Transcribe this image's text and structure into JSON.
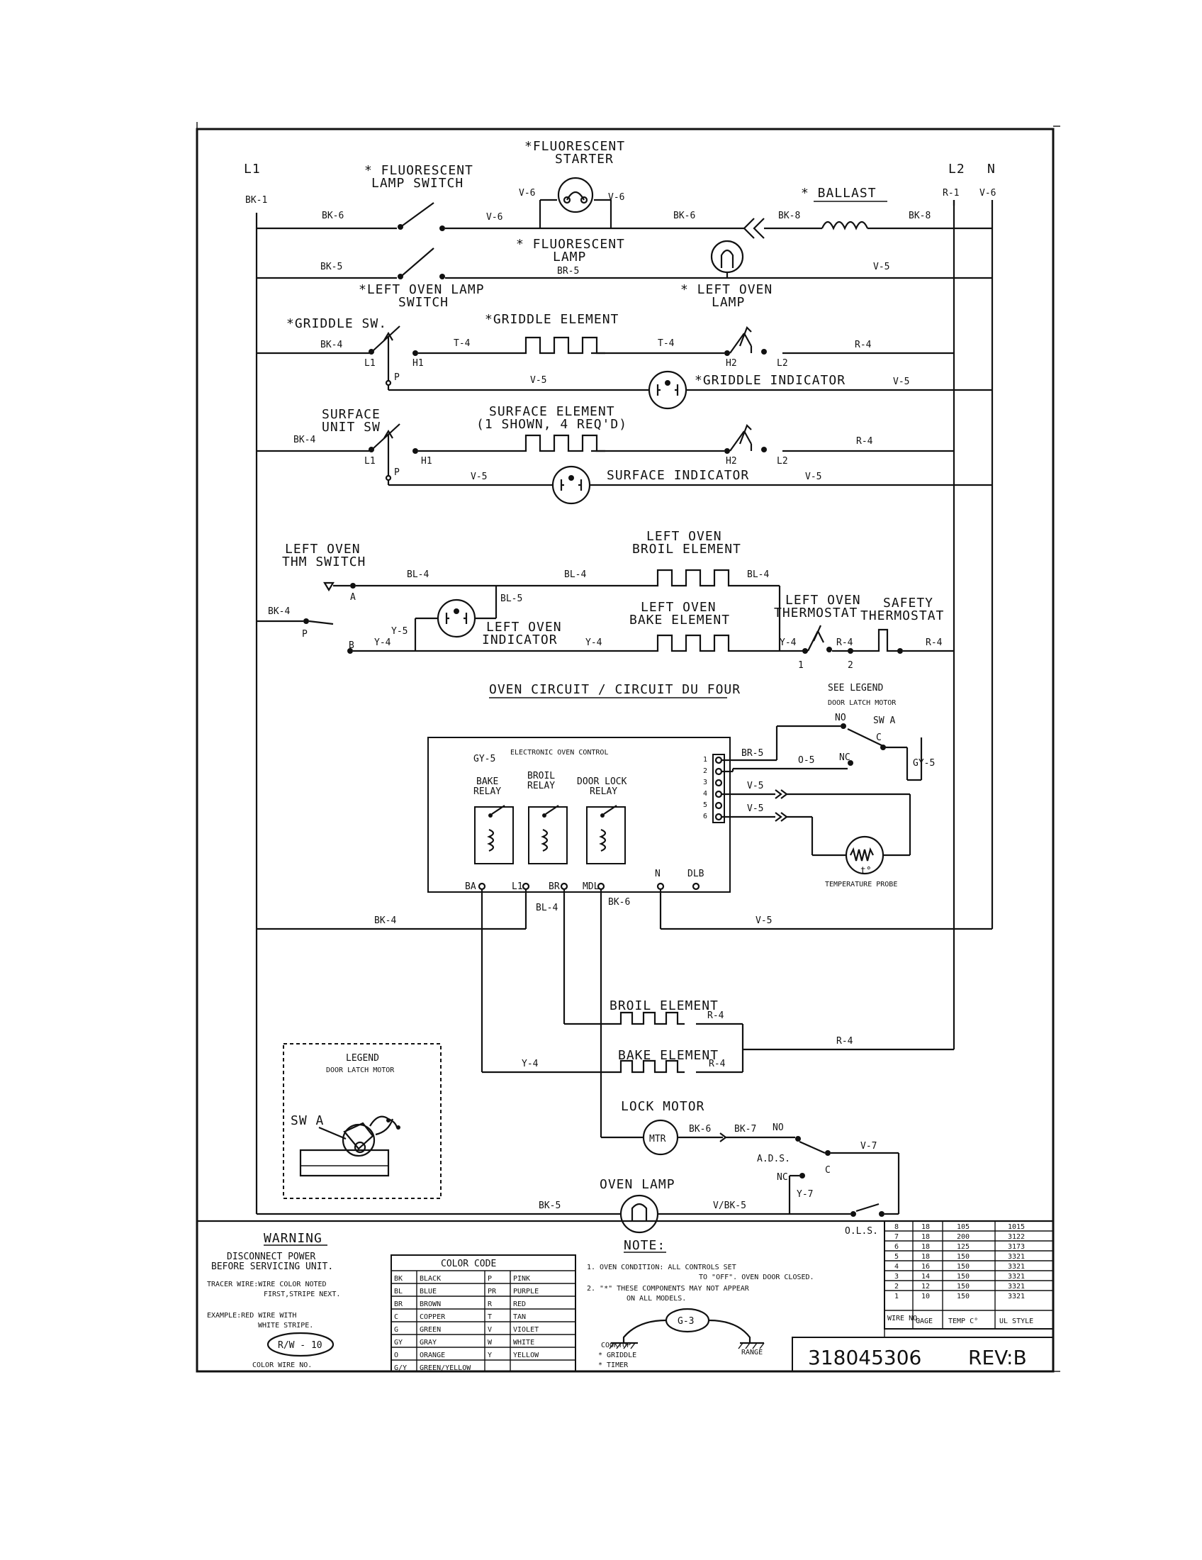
{
  "rails": {
    "l1": "L1",
    "l2": "L2",
    "n": "N",
    "bk1": "BK-1",
    "r1": "R-1",
    "v6": "V-6"
  },
  "wires": {
    "bk6": "BK-6",
    "v6": "V-6",
    "bk8": "BK-8",
    "bk5": "BK-5",
    "br5": "BR-5",
    "v5": "V-5",
    "bk4": "BK-4",
    "t4": "T-4",
    "r4": "R-4",
    "bl4": "BL-4",
    "bl5": "BL-5",
    "y5": "Y-5",
    "y4": "Y-4",
    "gy5": "GY-5",
    "o5": "O-5",
    "y7": "Y-7",
    "v7": "V-7",
    "bk7": "BK-7",
    "vbk5": "V/BK-5"
  },
  "terminals": {
    "l1": "L1",
    "l2": "L2",
    "h1": "H1",
    "h2": "H2",
    "p": "P",
    "a": "A",
    "b": "B",
    "t1": "1",
    "t2": "2",
    "c": "C",
    "no": "NO",
    "nc": "NC"
  },
  "components": {
    "fl_starter": [
      "*FLUORESCENT",
      "STARTER"
    ],
    "fl_lamp_switch": [
      "* FLUORESCENT",
      "LAMP SWITCH"
    ],
    "ballast": "* BALLAST",
    "fl_lamp": [
      "* FLUORESCENT",
      "LAMP"
    ],
    "left_oven_lamp_switch": [
      "*LEFT OVEN LAMP",
      "SWITCH"
    ],
    "left_oven_lamp": [
      "* LEFT OVEN",
      "LAMP"
    ],
    "griddle_sw": "*GRIDDLE SW.",
    "griddle_element": "*GRIDDLE ELEMENT",
    "griddle_indicator": "*GRIDDLE INDICATOR",
    "surface_unit_sw": [
      "SURFACE",
      "UNIT SW"
    ],
    "surface_element": [
      "SURFACE ELEMENT",
      "(1 SHOWN, 4 REQ'D)"
    ],
    "surface_indicator": "SURFACE INDICATOR",
    "left_oven_thm_switch": [
      "LEFT OVEN",
      "THM SWITCH"
    ],
    "left_oven_broil_element": [
      "LEFT OVEN",
      "BROIL ELEMENT"
    ],
    "left_oven_bake_element": [
      "LEFT OVEN",
      "BAKE ELEMENT"
    ],
    "left_oven_indicator": [
      "LEFT OVEN",
      "INDICATOR"
    ],
    "left_oven_thermostat": [
      "LEFT OVEN",
      "THERMOSTAT"
    ],
    "safety_thermostat": [
      "SAFETY",
      "THERMOSTAT"
    ],
    "oven_circuit_title": "OVEN CIRCUIT / CIRCUIT DU FOUR",
    "see_legend": "SEE LEGEND",
    "door_latch_motor": "DOOR LATCH MOTOR",
    "sw_a": "SW A",
    "eoc": "ELECTRONIC OVEN CONTROL",
    "bake_relay": [
      "BAKE",
      "RELAY"
    ],
    "broil_relay": [
      "BROIL",
      "RELAY"
    ],
    "door_lock_relay": [
      "DOOR LOCK",
      "RELAY"
    ],
    "eoc_terms": {
      "ba": "BA",
      "l1": "L1",
      "br": "BR",
      "mdl": "MDL",
      "n": "N",
      "dlb": "DLB"
    },
    "pins": [
      "1",
      "2",
      "3",
      "4",
      "5",
      "6"
    ],
    "temperature_probe": "TEMPERATURE PROBE",
    "probe_t": "t°",
    "broil_element": "BROIL ELEMENT",
    "bake_element": "BAKE ELEMENT",
    "lock_motor": "LOCK MOTOR",
    "mtr": "MTR",
    "ads": "A.D.S.",
    "oven_lamp": "OVEN LAMP",
    "ols": "O.L.S.",
    "legend_title": "LEGEND",
    "legend_sub": "DOOR LATCH MOTOR",
    "legend_sw": "SW A"
  },
  "warning": {
    "title": "WARNING",
    "lines": [
      "DISCONNECT POWER",
      "BEFORE SERVICING UNIT."
    ],
    "tracer": [
      "TRACER WIRE:WIRE COLOR NOTED",
      "FIRST,STRIPE NEXT."
    ],
    "example": [
      "EXAMPLE:RED WIRE WITH",
      "WHITE STRIPE."
    ],
    "oval": "R/W - 10",
    "color_wire_no": "COLOR WIRE NO."
  },
  "color_code": {
    "title": "COLOR CODE",
    "rows": [
      [
        "BK",
        "BLACK",
        "P",
        "PINK"
      ],
      [
        "BL",
        "BLUE",
        "PR",
        "PURPLE"
      ],
      [
        "BR",
        "BROWN",
        "R",
        "RED"
      ],
      [
        "C",
        "COPPER",
        "T",
        "TAN"
      ],
      [
        "G",
        "GREEN",
        "V",
        "VIOLET"
      ],
      [
        "GY",
        "GRAY",
        "W",
        "WHITE"
      ],
      [
        "O",
        "ORANGE",
        "Y",
        "YELLOW"
      ],
      [
        "G/Y",
        "GREEN/YELLOW",
        "",
        ""
      ]
    ]
  },
  "note": {
    "title": "NOTE:",
    "lines": [
      "1. OVEN CONDITION: ALL CONTROLS SET",
      "TO \"OFF\". OVEN DOOR CLOSED.",
      "2. \"*\" THESE COMPONENTS MAY NOT APPEAR",
      "ON ALL MODELS."
    ],
    "ground": "G-3",
    "cooktop": [
      "COOKTOP",
      "* GRIDDLE",
      "* TIMER"
    ],
    "range": "RANGE"
  },
  "wire_table": {
    "rows": [
      [
        "8",
        "18",
        "105",
        "1015"
      ],
      [
        "7",
        "18",
        "200",
        "3122"
      ],
      [
        "6",
        "18",
        "125",
        "3173"
      ],
      [
        "5",
        "18",
        "150",
        "3321"
      ],
      [
        "4",
        "16",
        "150",
        "3321"
      ],
      [
        "3",
        "14",
        "150",
        "3321"
      ],
      [
        "2",
        "12",
        "150",
        "3321"
      ],
      [
        "1",
        "10",
        "150",
        "3321"
      ]
    ],
    "headers": [
      "WIRE NO.",
      "GAGE",
      "TEMP C°",
      "UL STYLE"
    ]
  },
  "doc": {
    "part_number": "318045306",
    "rev": "REV:B"
  }
}
